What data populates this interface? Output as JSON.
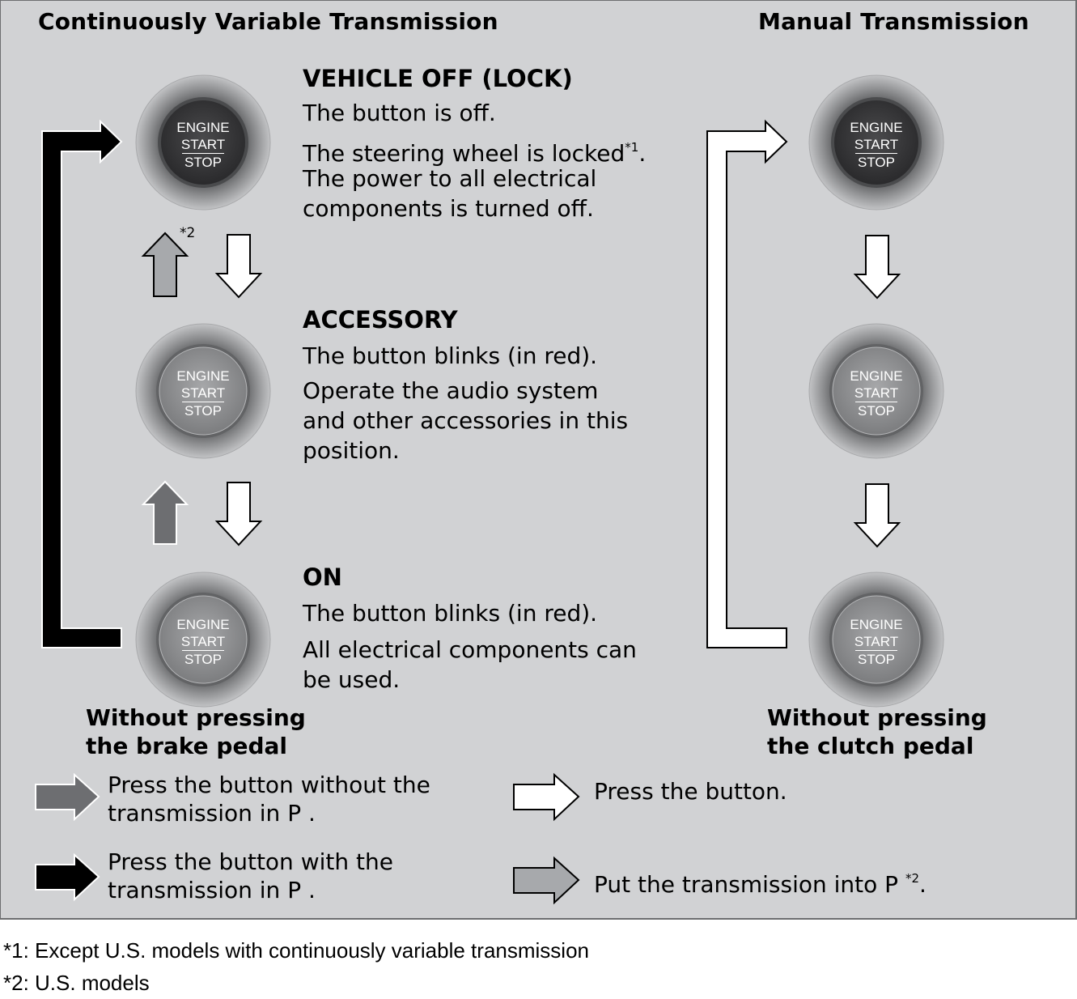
{
  "headings": {
    "cvt": "Continuously Variable Transmission",
    "manual": "Manual Transmission"
  },
  "button_label": {
    "line1": "ENGINE",
    "line2": "START",
    "line3": "STOP"
  },
  "states": [
    {
      "title": "VEHICLE OFF (LOCK)",
      "button_state": "off",
      "lines": [
        "The button is off.",
        "The steering wheel is locked",
        "The power to all electrical",
        "components is turned off."
      ],
      "line2_footnote": "*1",
      "line2_suffix": "."
    },
    {
      "title": "ACCESSORY",
      "button_state": "blinking",
      "lines": [
        "The button blinks (in red).",
        "Operate the audio system",
        "and other accessories in this",
        "position."
      ]
    },
    {
      "title": "ON",
      "button_state": "blinking",
      "lines": [
        "The button blinks (in red).",
        "All electrical components can",
        "be used."
      ]
    }
  ],
  "arrow_footnote": "*2",
  "captions": {
    "cvt": [
      "Without pressing",
      "the brake pedal"
    ],
    "manual": [
      "Without pressing",
      "the clutch pedal"
    ]
  },
  "legend": [
    {
      "arrow": "dark-gray-arrow",
      "color": "#6d6e71",
      "lines": [
        "Press the button without the",
        "transmission in  P  ."
      ]
    },
    {
      "arrow": "black-arrow",
      "color": "#000000",
      "lines": [
        "Press the button with the",
        "transmission in  P  ."
      ]
    },
    {
      "arrow": "white-arrow",
      "color": "#ffffff",
      "lines": [
        "Press the button."
      ]
    },
    {
      "arrow": "light-gray-arrow",
      "color": "#a7a9ac",
      "text": "Put the transmission into  P ",
      "footnote": "*2",
      "suffix": "."
    }
  ],
  "footnotes": [
    "*1: Except U.S. models with continuously variable transmission",
    "*2: U.S. models"
  ],
  "colors": {
    "panel_bg": "#d1d2d4",
    "button_off": "#3a3a3c",
    "button_blinking": "#8a8b8d",
    "arrow_dark_gray": "#6d6e71",
    "arrow_light_gray": "#a7a9ac"
  }
}
